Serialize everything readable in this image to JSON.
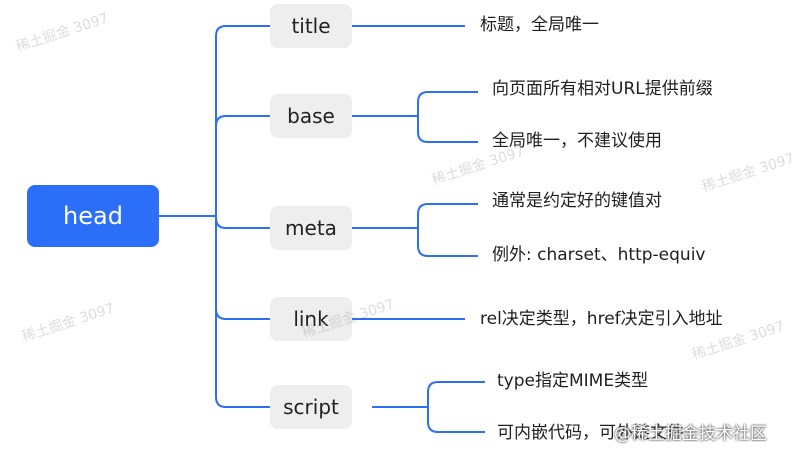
{
  "colors": {
    "root_bg": "#2b6ef7",
    "root_text": "#ffffff",
    "node_bg": "#eeeeee",
    "connector": "#2b6ef7",
    "text": "#1f1f1f"
  },
  "root": {
    "label": "head"
  },
  "branches": [
    {
      "label": "title",
      "children": [
        "标题，全局唯一"
      ]
    },
    {
      "label": "base",
      "children": [
        "向页面所有相对URL提供前缀",
        "全局唯一，不建议使用"
      ]
    },
    {
      "label": "meta",
      "children": [
        "通常是约定好的键值对",
        "例外: charset、http-equiv"
      ]
    },
    {
      "label": "link",
      "children": [
        "rel决定类型，href决定引入地址"
      ]
    },
    {
      "label": "script",
      "children": [
        "type指定MIME类型",
        "可内嵌代码，可外链文件"
      ]
    }
  ],
  "watermark": {
    "text": "稀土掘金 3097",
    "credit": "@稀土掘金技术社区"
  }
}
